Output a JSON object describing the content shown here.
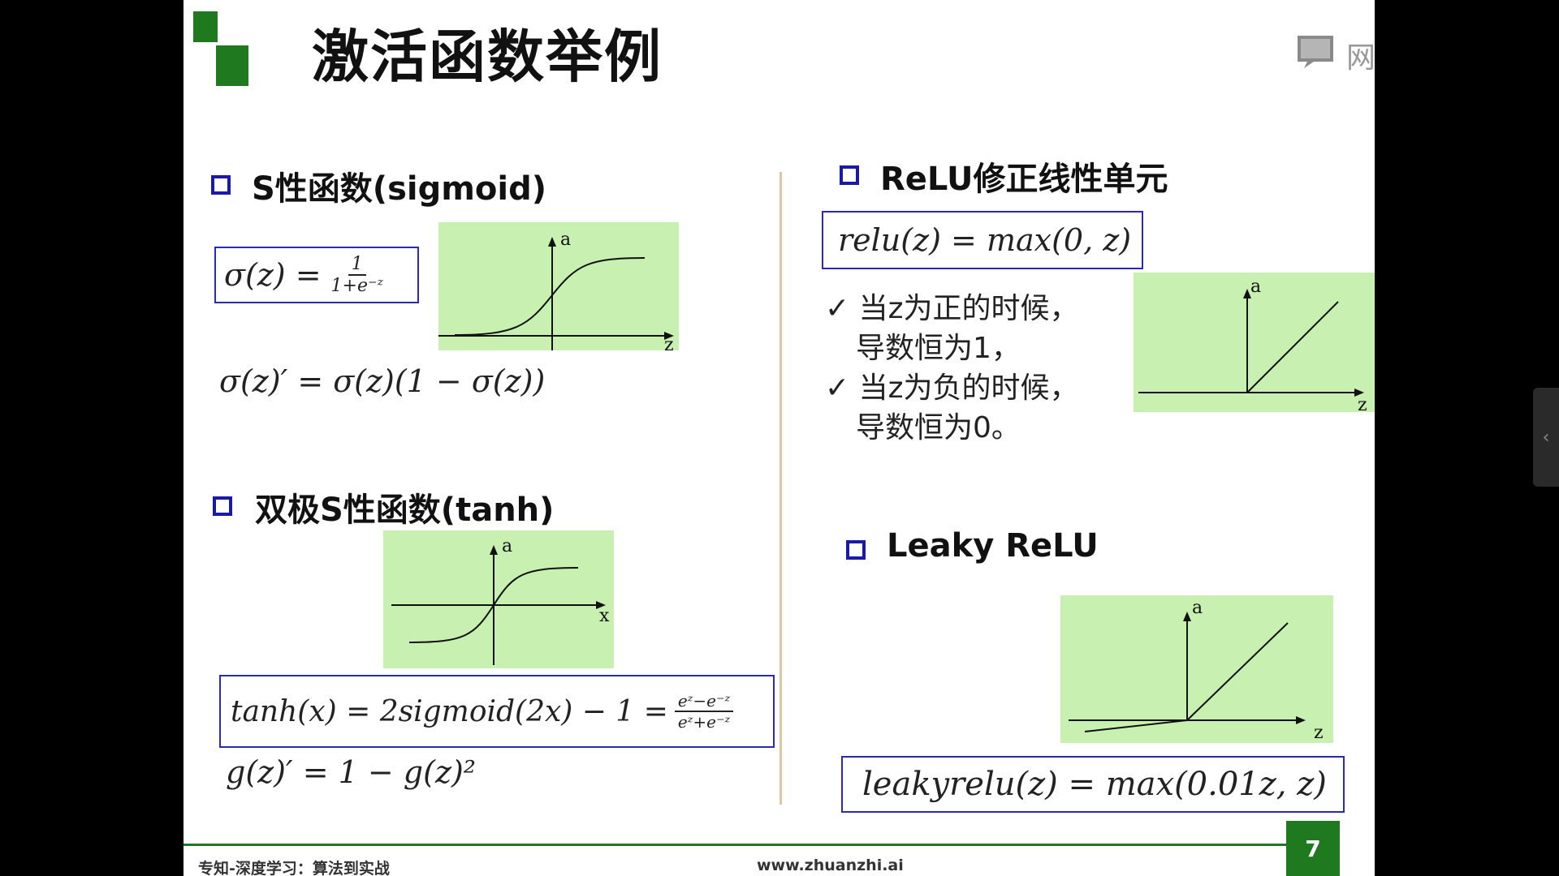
{
  "slide": {
    "title": "激活函数举例",
    "page_number": "7",
    "footer_left": "专知-深度学习：算法到实战",
    "footer_center": "www.zhuanzhi.ai",
    "top_right_fragment": "网"
  },
  "sigmoid": {
    "heading": "S性函数(sigmoid)",
    "formula_lhs": "σ(z) =",
    "formula_num": "1",
    "formula_den": "1+e⁻ᶻ",
    "derivative": "σ(z)′ = σ(z)(1 − σ(z))",
    "axis_y": "a",
    "axis_x": "z"
  },
  "tanh": {
    "heading": "双极S性函数(tanh)",
    "formula_lhs": "tanh(x) = 2sigmoid(2x) − 1 =",
    "formula_num": "eᶻ−e⁻ᶻ",
    "formula_den": "eᶻ+e⁻ᶻ",
    "derivative": "g(z)′ = 1 − g(z)²",
    "axis_y": "a",
    "axis_x": "x"
  },
  "relu": {
    "heading": "ReLU修正线性单元",
    "formula": "relu(z) = max(0, z)",
    "lines": [
      "✓ 当z为正的时候，",
      "导数恒为1，",
      "✓ 当z为负的时候，",
      "导数恒为0。"
    ],
    "axis_y": "a",
    "axis_x": "z"
  },
  "leaky": {
    "heading": "Leaky ReLU",
    "formula": "leakyrelu(z) = max(0.01z, z)",
    "axis_y": "a",
    "axis_x": "z"
  },
  "colors": {
    "accent_green": "#1f7a1f",
    "plot_bg": "#c8f0b0",
    "box_border": "#2b2bb0",
    "bullet_blue": "#1a1aa6"
  }
}
